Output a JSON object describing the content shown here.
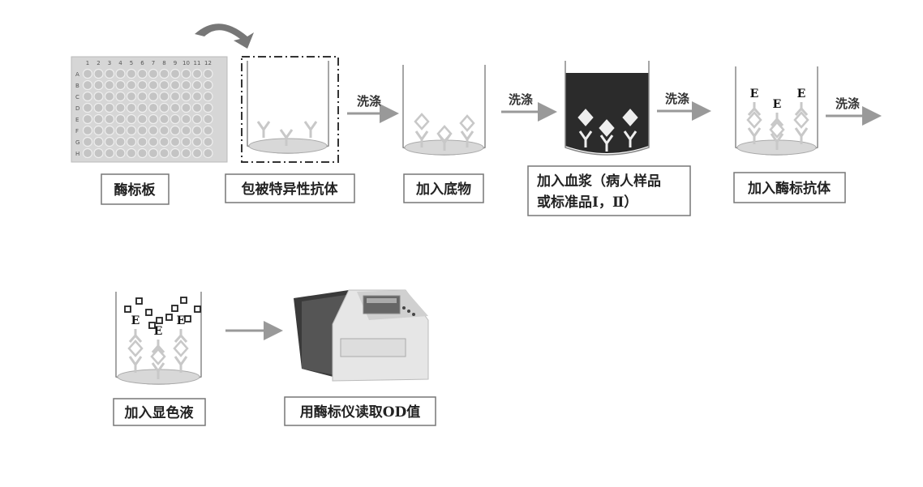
{
  "steps": [
    {
      "label": "酶标板"
    },
    {
      "label": "包被特异性抗体"
    },
    {
      "label": "加入底物"
    },
    {
      "label_line1": "加入血浆（病人样品",
      "label_line2": "或标准品Ⅰ，Ⅱ）"
    },
    {
      "label": "加入酶标抗体"
    },
    {
      "label": "加入显色液"
    },
    {
      "label": "用酶标仪读取OD值"
    }
  ],
  "wash_label": "洗涤",
  "enzyme_letter": "E",
  "plate": {
    "rows": [
      "A",
      "B",
      "C",
      "D",
      "E",
      "F",
      "G",
      "H"
    ],
    "cols": [
      "1",
      "2",
      "3",
      "4",
      "5",
      "6",
      "7",
      "8",
      "9",
      "10",
      "11",
      "12"
    ]
  },
  "colors": {
    "plasma": "#2b2b2b",
    "antibody": "#c8c8c8",
    "arrow": "#999999"
  }
}
